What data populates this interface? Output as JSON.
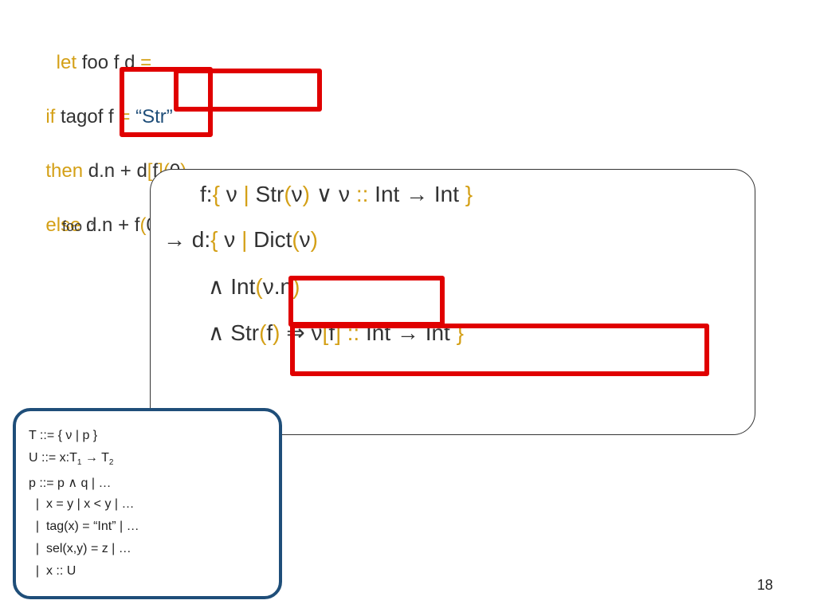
{
  "code": {
    "l1": {
      "kw": "let",
      "a": " foo f d ",
      "op": "="
    },
    "l2": {
      "kw": "if",
      "a": " tagof f ",
      "op": "=",
      "str": " “Str”"
    },
    "l3": {
      "kw": "then",
      "a": " d.n + d",
      "b1": "[",
      "f": "f",
      "b2": "]",
      "p1": "(",
      "z": "0",
      "p2": ")"
    },
    "l4": {
      "kw": "else",
      "a": " d.n + f",
      "p1": "(",
      "z": "0",
      "p2": ")"
    }
  },
  "foo_label": "foo ::",
  "type": {
    "l1": {
      "a": "f:",
      "b": "{",
      "c": " ν ",
      "d": "|",
      "e": " Str",
      "f": "(",
      "g": "ν",
      "h": ")",
      "i": " ∨ ν ",
      "j": "::",
      "k": " Int → Int ",
      "l": "}"
    },
    "l2": {
      "a": "→ d:",
      "b": "{",
      "c": " ν ",
      "d": "|",
      "e": " Dict",
      "f": "(",
      "g": "ν",
      "h": ")"
    },
    "l3": {
      "a": "∧ Int",
      "b": "(",
      "c": "ν",
      "d": ".n",
      "e": ")"
    },
    "l4": {
      "a": "∧ Str",
      "b": "(",
      "c": "f",
      "d": ")",
      "e": " ⇒ ν",
      "f": "[",
      "g": "f",
      "h": "]",
      "i": " :: ",
      "j": "Int → Int ",
      "k": "}"
    }
  },
  "grammar": {
    "g1": "T ::= { ν | p }",
    "g2a": "U ::= x:T",
    "g2s1": "1",
    "g2b": " → T",
    "g2s2": "2",
    "g3": "p ::= p ∧ q | …",
    "g4": "  |  x = y | x < y | …",
    "g5": "  |  tag(x) = “Int” | …",
    "g6": "  |  sel(x,y) = z | …",
    "g7": "  |  x :: U"
  },
  "page_number": "18",
  "colors": {
    "keyword": "#d4a017",
    "string": "#1f4e79",
    "highlight": "#e00000",
    "grammar_border": "#1f4e79"
  }
}
